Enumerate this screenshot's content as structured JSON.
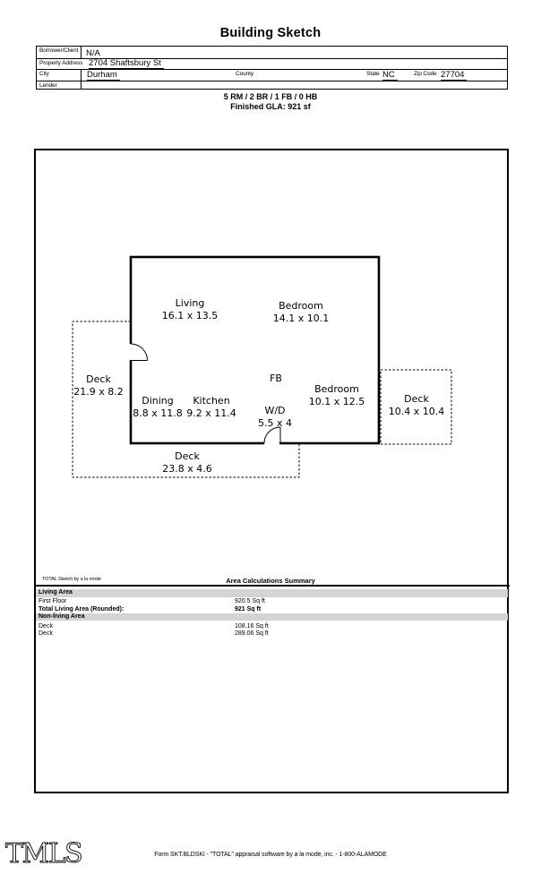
{
  "page": {
    "title": "Building Sketch"
  },
  "header_table": {
    "borrower_label": "Borrower/Client",
    "borrower_value": "N/A",
    "address_label": "Property Address",
    "address_value": "2704 Shaftsbury St",
    "city_label": "City",
    "city_value": "Durham",
    "county_label": "County",
    "county_value": "",
    "state_label": "State",
    "state_value": "NC",
    "zip_label": "Zip Code",
    "zip_value": "27704",
    "lender_label": "Lender",
    "lender_value": ""
  },
  "summary": {
    "rooms_line": "5 RM / 2 BR / 1 FB / 0 HB",
    "gla_line": "Finished GLA: 921 sf"
  },
  "sketch": {
    "branding": "TOTAL Sketch by a la mode",
    "rooms": [
      {
        "name": "Living",
        "dims": "16.1 x 13.5"
      },
      {
        "name": "Bedroom",
        "dims": "14.1 x 10.1"
      },
      {
        "name": "Deck",
        "dims": "21.9 x 8.2"
      },
      {
        "name": "Dining",
        "dims": "8.8 x 11.8"
      },
      {
        "name": "Kitchen",
        "dims": "9.2 x 11.4"
      },
      {
        "name": "FB",
        "dims": ""
      },
      {
        "name": "W/D",
        "dims": "5.5 x 4"
      },
      {
        "name": "Bedroom",
        "dims": "10.1 x 12.5"
      },
      {
        "name": "Deck",
        "dims": "10.4 x 10.4"
      },
      {
        "name": "Deck",
        "dims": "23.8 x 4.6"
      }
    ]
  },
  "area_summary": {
    "title": "Area Calculations Summary",
    "living_section_header": "Living Area",
    "living_rows": [
      {
        "label": "First Floor",
        "value": "920.5 Sq ft"
      },
      {
        "label": "Total Living Area (Rounded):",
        "value": "921 Sq ft"
      }
    ],
    "nonliving_section_header": "Non-living Area",
    "nonliving_rows": [
      {
        "label": "Deck",
        "value": "108.16 Sq ft"
      },
      {
        "label": "Deck",
        "value": "289.06 Sq ft"
      }
    ]
  },
  "footer": {
    "logo_text": "TMLS",
    "form_text": "Form SKT.BLDSKI - \"TOTAL\" appraisal software by a la mode, inc. - 1-800-ALAMODE"
  }
}
